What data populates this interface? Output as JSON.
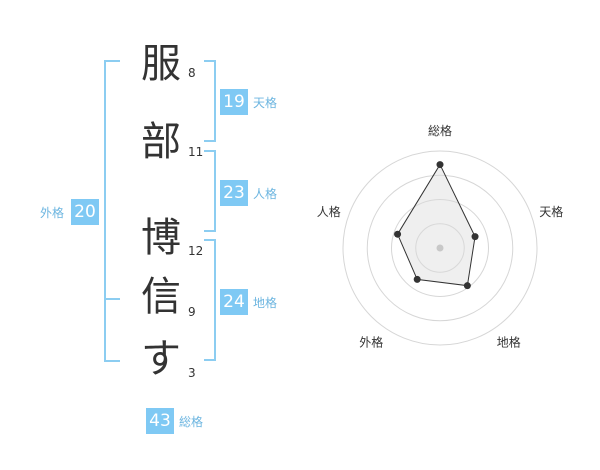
{
  "name_chars": [
    {
      "char": "服",
      "strokes": "8"
    },
    {
      "char": "部",
      "strokes": "11"
    },
    {
      "char": "博",
      "strokes": "12"
    },
    {
      "char": "信",
      "strokes": "9"
    },
    {
      "char": "す",
      "strokes": "3"
    }
  ],
  "fortunes": {
    "tenkaku": {
      "value": "19",
      "label": "天格"
    },
    "jinkaku": {
      "value": "23",
      "label": "人格"
    },
    "chikaku": {
      "value": "24",
      "label": "地格"
    },
    "gaikaku": {
      "value": "20",
      "label": "外格"
    },
    "soukaku": {
      "value": "43",
      "label": "総格"
    }
  },
  "colors": {
    "accent": "#7fc9f4",
    "bracket": "#8ccdf1",
    "text": "#333333",
    "label": "#6cb5e0"
  },
  "chart_data": {
    "type": "radar",
    "axes": [
      "総格",
      "天格",
      "地格",
      "外格",
      "人格"
    ],
    "values": [
      43,
      19,
      24,
      20,
      23
    ],
    "rings": 4,
    "grid": true
  }
}
